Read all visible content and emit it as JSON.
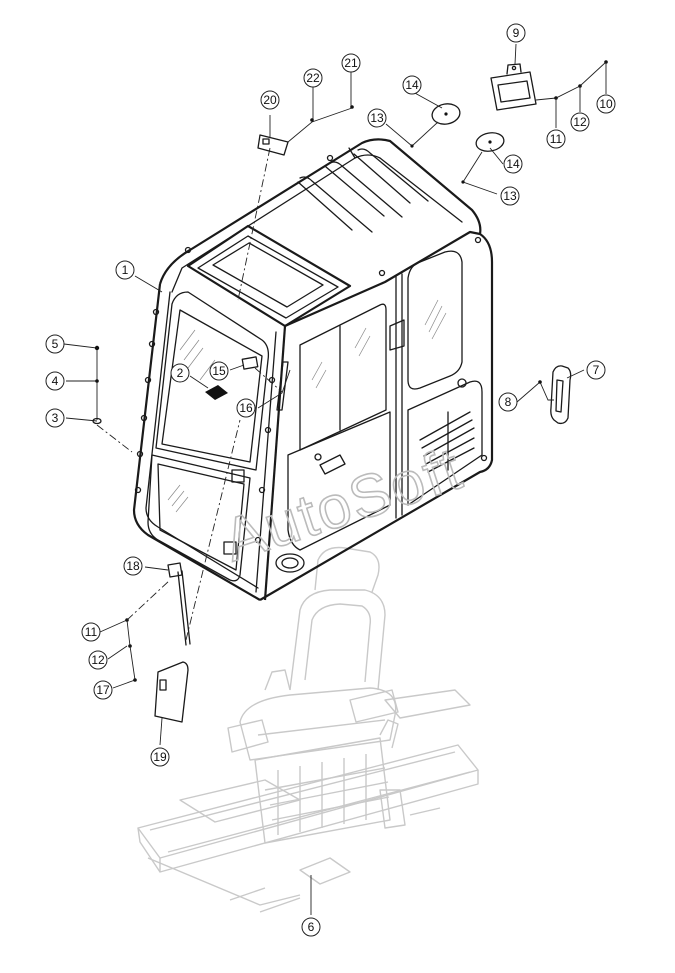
{
  "watermark": "AutoSoft",
  "callouts": [
    "1",
    "2",
    "3",
    "4",
    "5",
    "6",
    "7",
    "8",
    "9",
    "10",
    "11",
    "12",
    "13",
    "14",
    "15",
    "16",
    "17",
    "18",
    "19",
    "20",
    "21",
    "22"
  ]
}
